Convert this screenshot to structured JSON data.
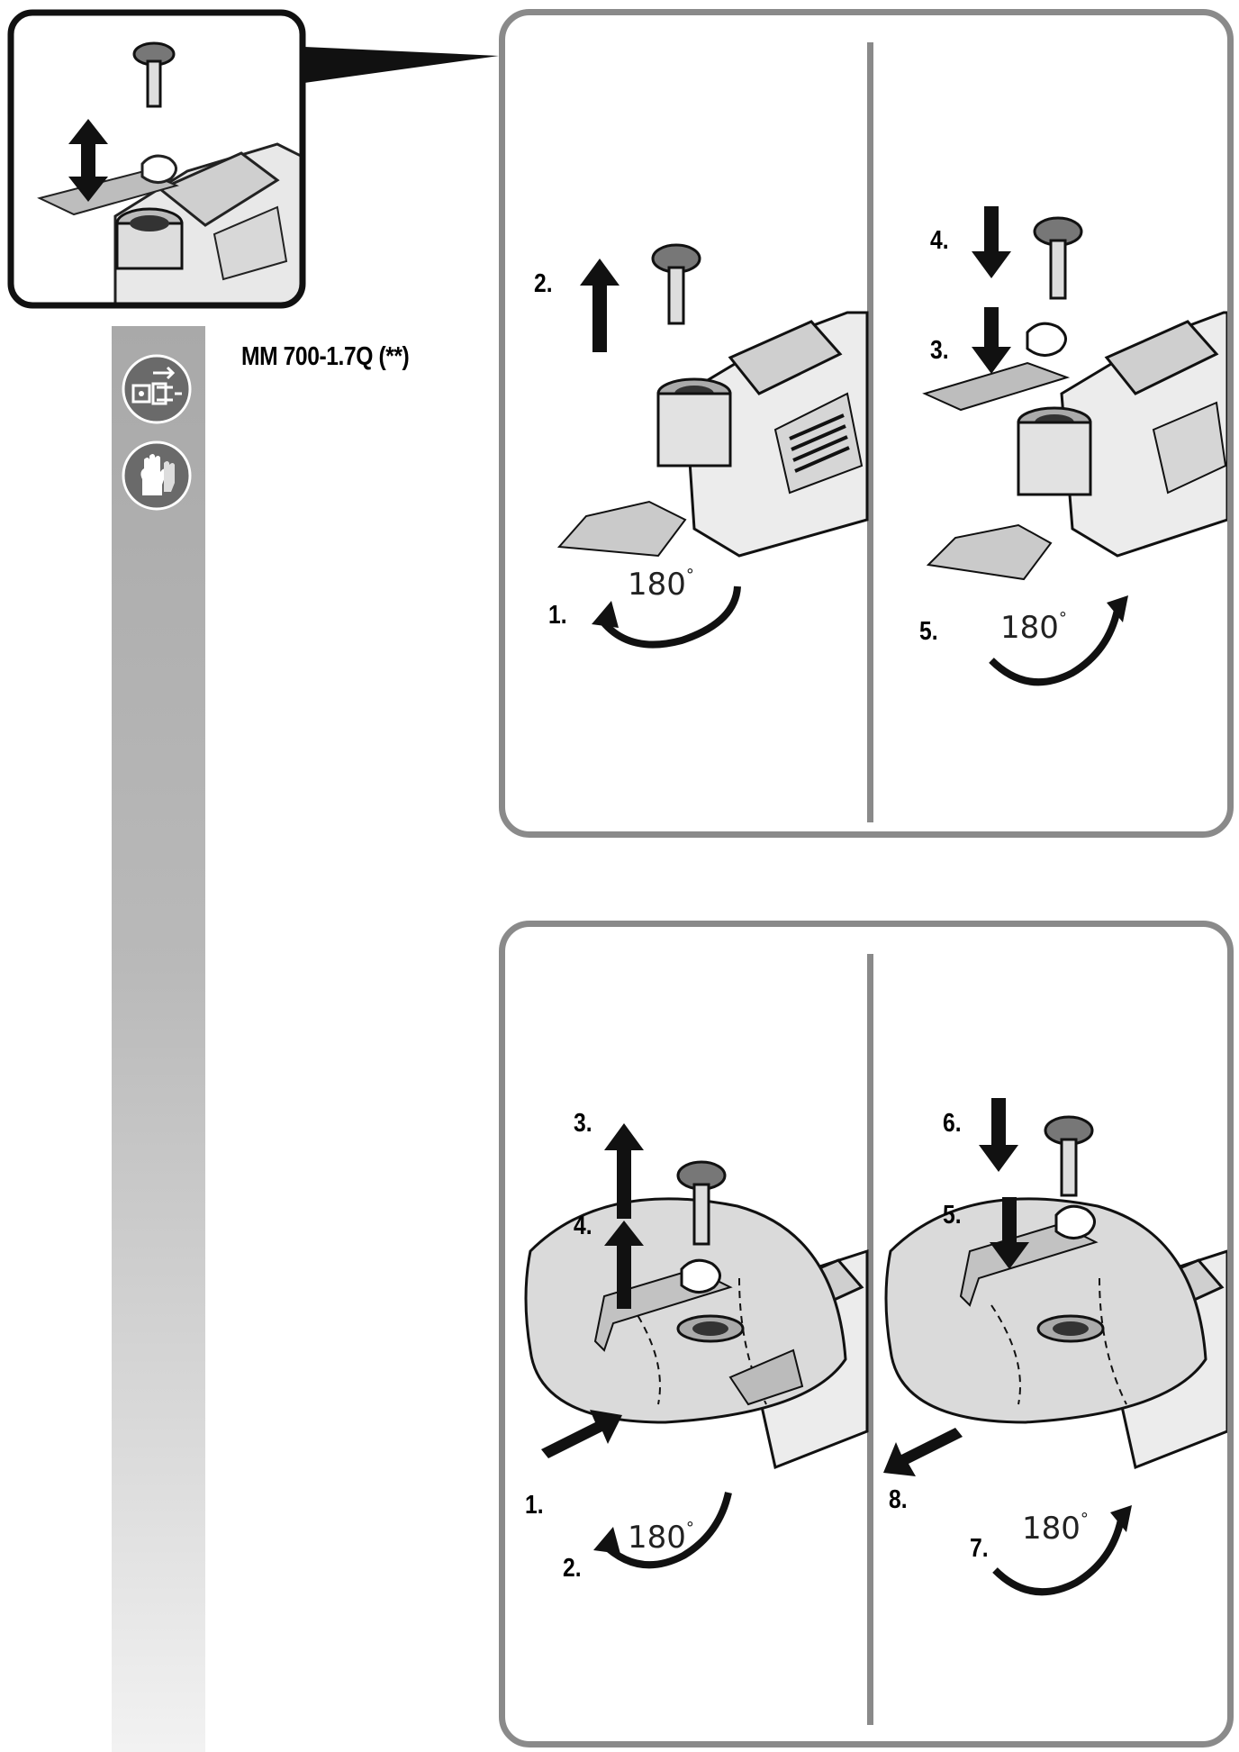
{
  "model_label": "MM 700-1.7Q (**)",
  "icons": {
    "unplug": "unplug-icon",
    "gloves": "gloves-icon"
  },
  "top_panel": {
    "left": {
      "steps": [
        "1.",
        "2."
      ],
      "rotation": "180",
      "degree_symbol": "°"
    },
    "right": {
      "steps": [
        "3.",
        "4.",
        "5."
      ],
      "rotation": "180",
      "degree_symbol": "°"
    }
  },
  "bottom_panel": {
    "left": {
      "steps": [
        "1.",
        "2.",
        "3.",
        "4."
      ],
      "rotation": "180",
      "degree_symbol": "°"
    },
    "right": {
      "steps": [
        "5.",
        "6.",
        "7.",
        "8."
      ],
      "rotation": "180",
      "degree_symbol": "°"
    }
  },
  "colors": {
    "frame": "#8a8a8a",
    "sidebar_top": "#a9a9a9",
    "sidebar_bottom": "#f2f2f2",
    "arrow": "#000000"
  }
}
